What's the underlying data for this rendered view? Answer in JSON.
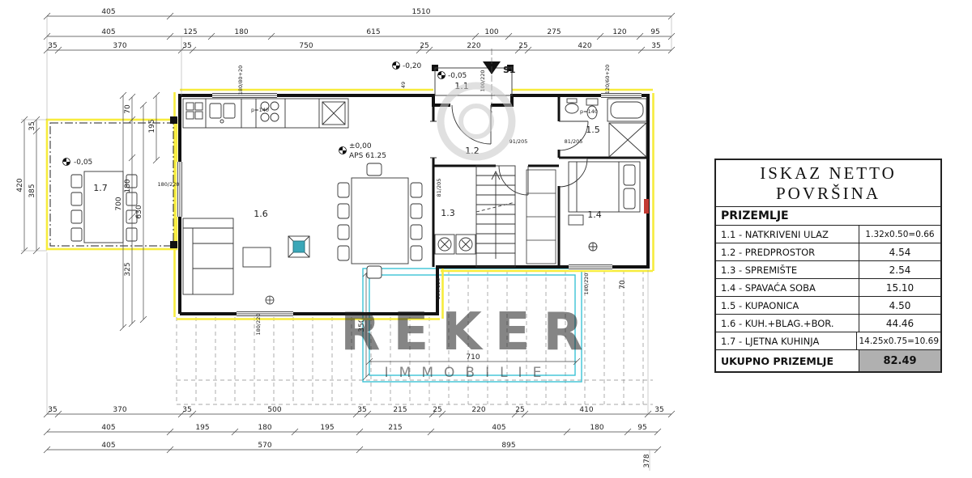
{
  "plan": {
    "rooms": {
      "r11": "1.1",
      "r12": "1.2",
      "r13": "1.3",
      "r14": "1.4",
      "r15": "1.5",
      "r16": "1.6",
      "r17": "1.7"
    },
    "dims": {
      "top1": [
        "405",
        "1510"
      ],
      "top2": [
        "405",
        "125",
        "180",
        "615",
        "100",
        "275",
        "120",
        "95"
      ],
      "top3": [
        "35",
        "370",
        "35",
        "750",
        "25",
        "220",
        "25",
        "420",
        "35"
      ],
      "bottom1": [
        "35",
        "370",
        "35",
        "500",
        "35",
        "215",
        "25",
        "220",
        "25",
        "410",
        "35"
      ],
      "bottom2": [
        "405",
        "195",
        "180",
        "195",
        "215",
        "405",
        "180",
        "95"
      ],
      "bottom3": [
        "405",
        "570",
        "895"
      ],
      "left": [
        "420",
        "35",
        "385",
        "700",
        "70",
        "180",
        "325",
        "630",
        "195"
      ],
      "right": [
        "378",
        "70"
      ],
      "terrace_depth": "350",
      "terrace_width": "710"
    },
    "annotations": {
      "level_entry": "-0,20",
      "level_porch": "-0,05",
      "level_main": "±0,00",
      "level_main_sub": "APS 61.25",
      "level_left": "-0,05",
      "section_mark": "S1",
      "door_hall": "91/205",
      "door_bath": "81/205",
      "door_store": "81/205",
      "win_left": "180/220",
      "win_bottom": "180/220",
      "win_bedroom": "180/220",
      "win_step": "180/220",
      "win_kitchen": "180/80+20",
      "win_entry": "100/220",
      "win_bath": "120/60+20",
      "parapet_kitchen": "p=140",
      "parapet_bath": "p=140",
      "dim_49": "49"
    },
    "watermark": {
      "brand": "REKER",
      "sub": "IMMOBILIE"
    }
  },
  "table": {
    "title_line1": "ISKAZ NETTO",
    "title_line2": "POVRŠINA",
    "section_header": "PRIZEMLJE",
    "rows": [
      {
        "label": "1.1 - NATKRIVENI ULAZ",
        "value": "1.32x0.50=0.66"
      },
      {
        "label": "1.2 - PREDPROSTOR",
        "value": "4.54"
      },
      {
        "label": "1.3 - SPREMIŠTE",
        "value": "2.54"
      },
      {
        "label": "1.4 - SPAVAĆA SOBA",
        "value": "15.10"
      },
      {
        "label": "1.5 - KUPAONICA",
        "value": "4.50"
      },
      {
        "label": "1.6 - KUH.+BLAG.+BOR.",
        "value": "44.46"
      },
      {
        "label": "1.7 - LJETNA KUHINJA",
        "value": "14.25x0.75=10.69"
      }
    ],
    "total": {
      "label": "UKUPNO PRIZEMLJE",
      "value": "82.49"
    }
  },
  "colors": {
    "wall": "#111111",
    "accent_yellow": "#f7ec3d",
    "accent_cyan": "#3cc3d5",
    "accent_red": "#c23a32",
    "watermark_gray": "#c8c8c8",
    "total_row_bg": "#b0b0b0"
  }
}
